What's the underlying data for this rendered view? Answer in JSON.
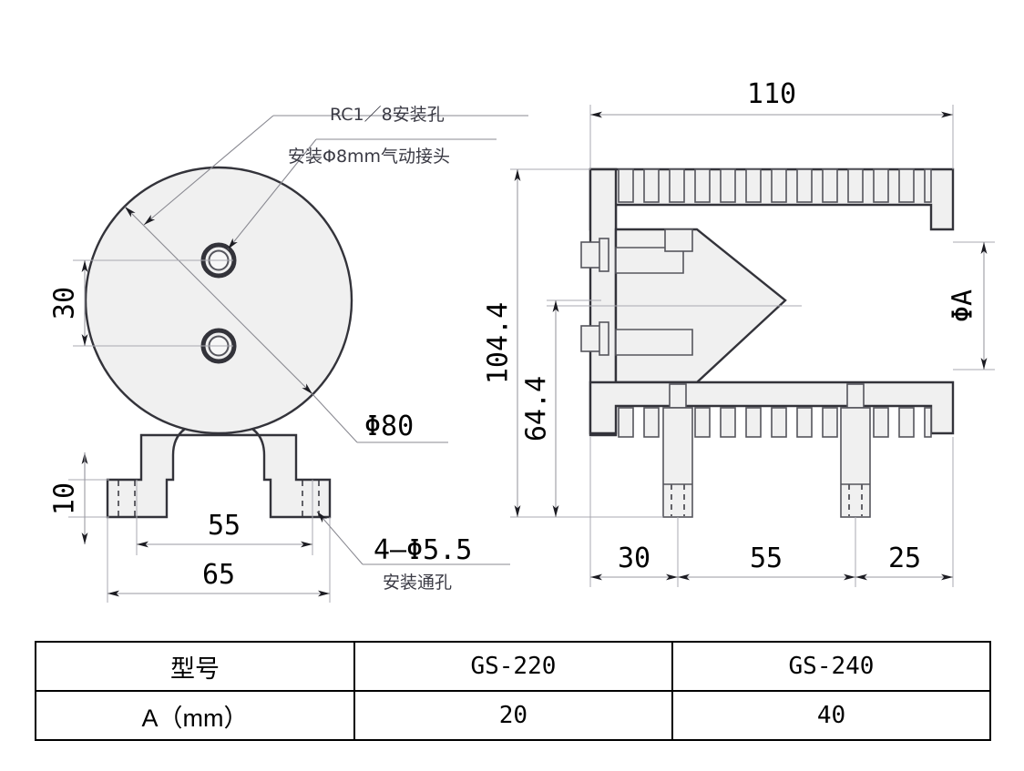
{
  "document": {
    "type": "engineering-drawing",
    "title": "GS-220 / GS-240 Air Knife Dimensional Drawing"
  },
  "front_view": {
    "name": "front-view",
    "body_diameter_label": "Φ80",
    "port_spacing_label": "30",
    "base_thickness_label": "10",
    "bolt_spacing_label": "55",
    "base_width_label": "65",
    "notes": [
      {
        "id": "rc-port-note",
        "text": "RC1／8安装孔"
      },
      {
        "id": "fitting-note",
        "text": "安装Φ8mm气动接头"
      },
      {
        "id": "through-hole-note-main",
        "text": "4—Φ5.5"
      },
      {
        "id": "through-hole-note-sub",
        "text": "安装通孔"
      }
    ]
  },
  "side_view": {
    "name": "side-view",
    "overall_length_label": "110",
    "overall_height_label": "104.4",
    "inner_height_label": "64.4",
    "gap_label": "ΦA",
    "bottom_dims": [
      "30",
      "55",
      "25"
    ],
    "top_fin_count": 13,
    "bottom_fin_count": 13,
    "bolt_count": 2
  },
  "spec_table": {
    "name": "specification-table",
    "headers": [
      "型号",
      "GS-220",
      "GS-240"
    ],
    "rows": [
      {
        "label": "A（mm）",
        "values": [
          "20",
          "40"
        ]
      }
    ]
  },
  "colors": {
    "part_fill": "#f0f0f0",
    "part_outline": "#33333a",
    "dimension_line": "#9a9aa2",
    "note_text": "#3a3a44",
    "dimension_text": "#000000",
    "table_border": "#000000",
    "background": "#ffffff"
  }
}
